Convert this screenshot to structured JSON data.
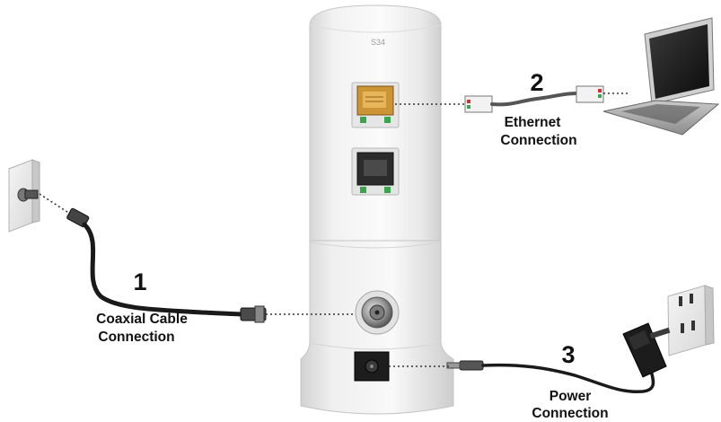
{
  "modem": {
    "model_label": "S34"
  },
  "steps": [
    {
      "number": "1",
      "label_line1": "Coaxial Cable",
      "label_line2": "Connection"
    },
    {
      "number": "2",
      "label_line1": "Ethernet",
      "label_line2": "Connection"
    },
    {
      "number": "3",
      "label_line1": "Power",
      "label_line2": "Connection"
    }
  ],
  "colors": {
    "modem_body": "#f4f4f4",
    "cable": "#1a1a1a",
    "ethernet_port": "#d9a23c",
    "port_green": "#3aa64a"
  }
}
